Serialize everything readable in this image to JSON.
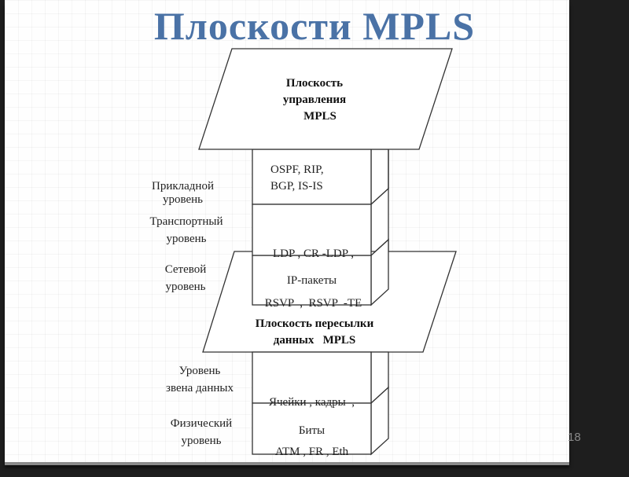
{
  "slide": {
    "title": "Плоскости MPLS",
    "page_number": "18",
    "title_color": "#4a72a6"
  },
  "control_plane": {
    "line1": "Плоскость",
    "line2": "управления",
    "line3": "MPLS"
  },
  "forwarding_plane": {
    "line1": "Плоскость пересылки",
    "line2": "данных   MPLS"
  },
  "boxes": [
    {
      "line1": "OSPF, RIP,",
      "line2": "BGP, IS-IS"
    },
    {
      "line1": "LDP , CR -LDP ,",
      "line2": "RSVP  ,  RSVP  -TE"
    },
    {
      "line1": "IP-пакеты"
    },
    {
      "line1": "Ячейки , кадры  ,",
      "line2": "ATM , FR , Eth"
    },
    {
      "line1": "Биты"
    }
  ],
  "layers": [
    {
      "line1": "Прикладной",
      "line2": "уровень"
    },
    {
      "line1": "Транспортный",
      "line2": "уровень"
    },
    {
      "line1": "Сетевой",
      "line2": "уровень"
    },
    {
      "line1": "Уровень",
      "line2": "звена данных"
    },
    {
      "line1": "Физический",
      "line2": "уровень"
    }
  ]
}
